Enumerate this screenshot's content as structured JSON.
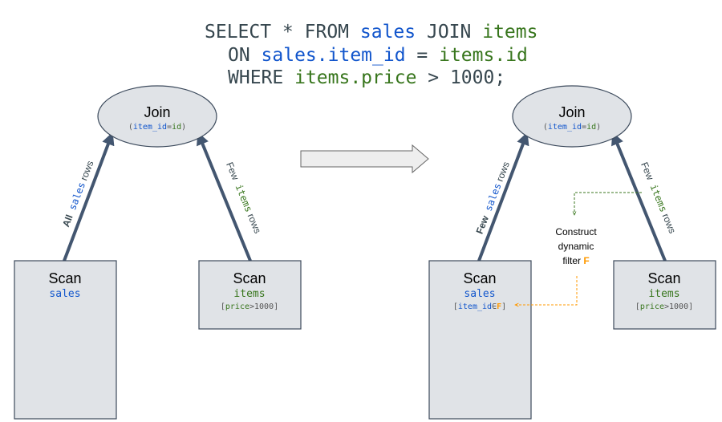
{
  "colors": {
    "kw": "#37474f",
    "sales": "#1155cc",
    "items": "#38761d",
    "orange": "#ff9900",
    "node_fill": "#e0e3e7",
    "stroke": "#3c4a5c",
    "arrow": "#435670",
    "gray": "#555555"
  },
  "query": {
    "line1": [
      {
        "t": "SELECT * FROM ",
        "c": "kw"
      },
      {
        "t": "sales",
        "c": "sales"
      },
      {
        "t": " JOIN ",
        "c": "kw"
      },
      {
        "t": "items",
        "c": "items"
      }
    ],
    "line2": [
      {
        "t": "ON ",
        "c": "kw"
      },
      {
        "t": "sales.item_id",
        "c": "sales"
      },
      {
        "t": " = ",
        "c": "kw"
      },
      {
        "t": "items.id",
        "c": "items"
      }
    ],
    "line3": [
      {
        "t": "WHERE ",
        "c": "kw"
      },
      {
        "t": "items.price",
        "c": "items"
      },
      {
        "t": " > 1000;",
        "c": "kw"
      }
    ]
  },
  "join": {
    "title": "Join",
    "cond": [
      {
        "t": "(",
        "c": "gray"
      },
      {
        "t": "item_id",
        "c": "sales"
      },
      {
        "t": "=",
        "c": "gray"
      },
      {
        "t": "id",
        "c": "items"
      },
      {
        "t": ")",
        "c": "gray"
      }
    ]
  },
  "scan": {
    "title": "Scan",
    "sales": "sales",
    "items": "items",
    "price_filter": [
      {
        "t": "[",
        "c": "gray"
      },
      {
        "t": "price",
        "c": "items"
      },
      {
        "t": ">1000]",
        "c": "gray"
      }
    ],
    "dyn_filter": [
      {
        "t": "[",
        "c": "gray"
      },
      {
        "t": "item_id",
        "c": "sales"
      },
      {
        "t": "∈",
        "c": "gray"
      },
      {
        "t": "F",
        "c": "orange",
        "b": true
      },
      {
        "t": "]",
        "c": "gray"
      }
    ]
  },
  "edges": {
    "left_sales": [
      {
        "t": "All",
        "c": "kw",
        "b": true,
        "f": "sans"
      },
      {
        "t": " sales",
        "c": "sales",
        "f": "mono"
      },
      {
        "t": " rows",
        "c": "kw",
        "f": "sans"
      }
    ],
    "left_items": [
      {
        "t": "Few",
        "c": "kw",
        "f": "sans"
      },
      {
        "t": " items",
        "c": "items",
        "f": "mono"
      },
      {
        "t": " rows",
        "c": "kw",
        "f": "sans"
      }
    ],
    "right_sales": [
      {
        "t": "Few",
        "c": "kw",
        "b": true,
        "f": "sans"
      },
      {
        "t": " sales",
        "c": "sales",
        "f": "mono"
      },
      {
        "t": " rows",
        "c": "kw",
        "f": "sans"
      }
    ],
    "right_items": [
      {
        "t": "Few",
        "c": "kw",
        "f": "sans"
      },
      {
        "t": " items",
        "c": "items",
        "f": "mono"
      },
      {
        "t": " rows",
        "c": "kw",
        "f": "sans"
      }
    ]
  },
  "construct": {
    "line1": "Construct",
    "line2": "dynamic",
    "line3_prefix": "filter ",
    "line3_symbol": "F"
  }
}
